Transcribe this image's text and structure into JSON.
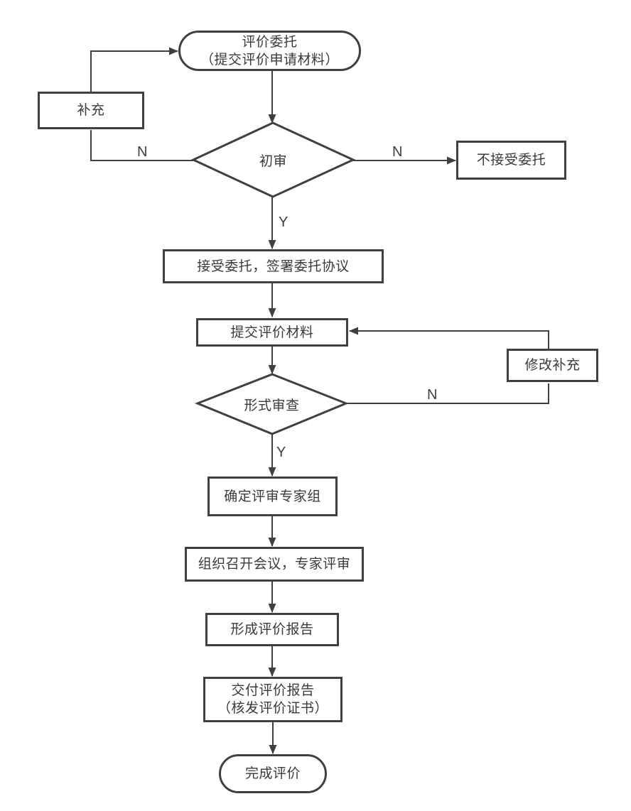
{
  "nodes": {
    "start": {
      "line1": "评价委托",
      "line2": "（提交评价申请材料）"
    },
    "supplement": {
      "label": "补充"
    },
    "initial_review": {
      "label": "初审"
    },
    "reject": {
      "label": "不接受委托"
    },
    "accept": {
      "label": "接受委托，签署委托协议"
    },
    "submit": {
      "label": "提交评价材料"
    },
    "modify": {
      "label": "修改补充"
    },
    "formal_review": {
      "label": "形式审查"
    },
    "expert_group": {
      "label": "确定评审专家组"
    },
    "meeting": {
      "label": "组织召开会议，专家评审"
    },
    "report": {
      "label": "形成评价报告"
    },
    "deliver": {
      "line1": "交付评价报告",
      "line2": "（核发评价证书）"
    },
    "end": {
      "label": "完成评价"
    }
  },
  "edge_labels": {
    "initial_n_left": "N",
    "initial_n_right": "N",
    "initial_y": "Y",
    "formal_n": "N",
    "formal_y": "Y"
  },
  "colors": {
    "stroke": "#404040",
    "background": "#ffffff",
    "text": "#3a3a3a"
  }
}
